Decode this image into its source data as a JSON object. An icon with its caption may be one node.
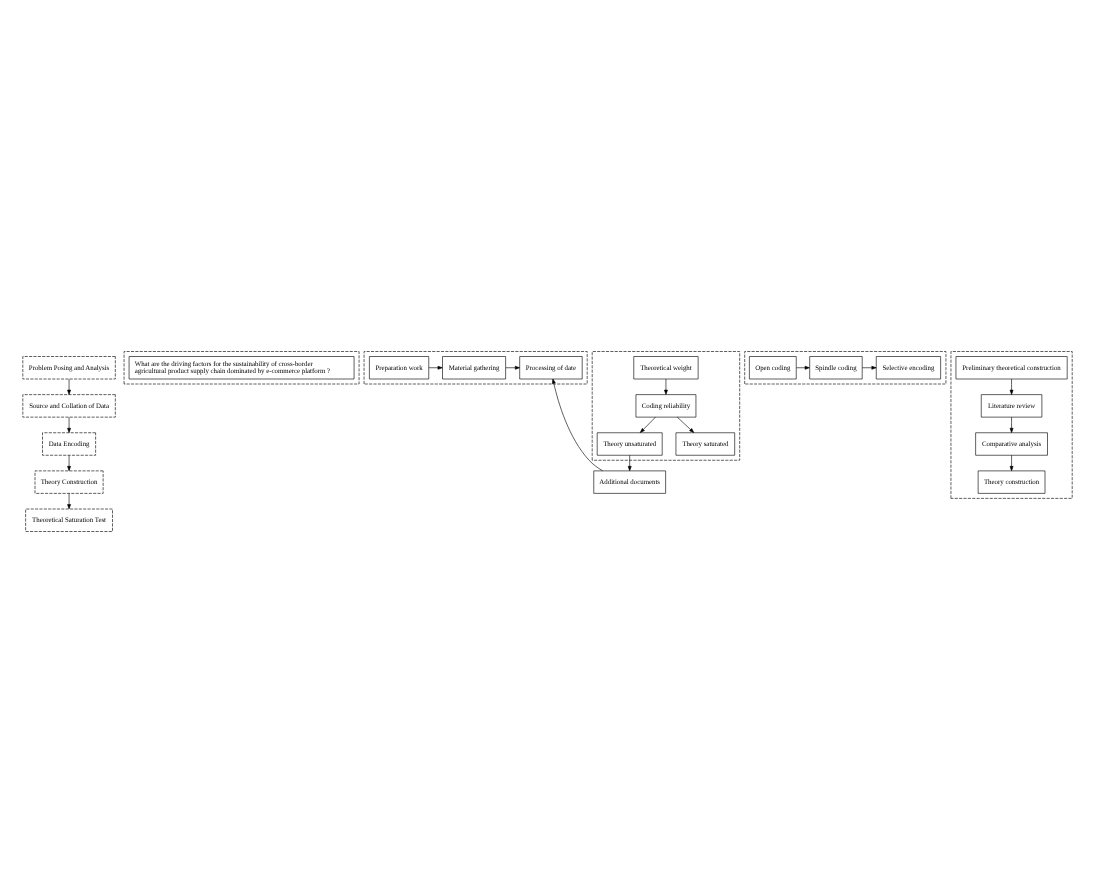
{
  "diagram": {
    "nodes": [
      {
        "text": [
          "Problem Posing and Analysis"
        ]
      },
      {
        "text": [],
        "shape": "box"
      },
      {
        "text": [
          "What are the driving factors for the sustainability of cross-border agricultural product supply chain dominated by e-commerce platform ?"
        ],
        "in": 1
      },
      {
        "text": [
          "Source and Collation of Data"
        ]
      },
      {
        "text": [],
        "shape": "box"
      },
      {
        "text": [
          "Preparation work"
        ],
        "in": 4
      },
      {
        "text": [
          "Material gathering"
        ],
        "in": 4
      },
      {
        "text": [
          "Processing of date"
        ],
        "in": 4
      },
      {
        "text": [
          "Data Encoding"
        ]
      },
      {
        "text": [],
        "shape": "box"
      },
      {
        "text": [
          "Open coding"
        ],
        "in": 9
      },
      {
        "text": [
          "Spindle coding"
        ],
        "in": 9
      },
      {
        "text": [
          "Selective encoding"
        ],
        "in": 9
      },
      {
        "text": [
          "Theory Construction"
        ]
      },
      {
        "text": [],
        "shape": "box"
      },
      {
        "text": [
          "Preliminary theoretical construction"
        ],
        "in": 14
      },
      {
        "text": [
          "Literature review"
        ],
        "in": 14
      },
      {
        "text": [
          "Comparative analysis"
        ],
        "in": 14
      },
      {
        "text": [
          "Theory construction"
        ],
        "in": 14
      },
      {
        "text": [
          "Additional documents"
        ]
      },
      {
        "text": [
          "Theoretical Saturation Test"
        ]
      },
      {
        "text": [],
        "shape": "box"
      },
      {
        "text": [
          "Theoretical weight"
        ],
        "in": 21
      },
      {
        "text": [
          "Coding reliability"
        ],
        "in": 21
      },
      {
        "text": [
          "Theory unsaturated"
        ],
        "in": 21
      },
      {
        "text": [
          "Theory saturated"
        ],
        "in": 21
      }
    ],
    "edges": [
      {
        "from": 0,
        "to": 3,
        "arrow": "to"
      },
      {
        "from": 3,
        "to": 8,
        "arrow": "to"
      },
      {
        "from": 8,
        "to": 13,
        "arrow": "to"
      },
      {
        "from": 13,
        "to": 20,
        "arrow": "to"
      },
      {
        "from": 5,
        "to": 6,
        "arrow": "to"
      },
      {
        "from": 6,
        "to": 7,
        "arrow": "to"
      },
      {
        "from": 10,
        "to": 11,
        "arrow": "to"
      },
      {
        "from": 11,
        "to": 12,
        "arrow": "to"
      },
      {
        "from": 15,
        "to": 16,
        "arrow": "to"
      },
      {
        "from": 16,
        "to": 17,
        "arrow": "to"
      },
      {
        "from": 17,
        "to": 18,
        "arrow": "to"
      },
      {
        "from": 22,
        "to": 23,
        "arrow": "to"
      },
      {
        "from": 23,
        "to": 24,
        "arrow": "to"
      },
      {
        "from": 23,
        "to": 25,
        "arrow": "to"
      },
      {
        "from": 24,
        "to": 19,
        "arrow": "to"
      },
      {
        "from": 19,
        "to": 7,
        "arrow": "to"
      }
    ]
  }
}
